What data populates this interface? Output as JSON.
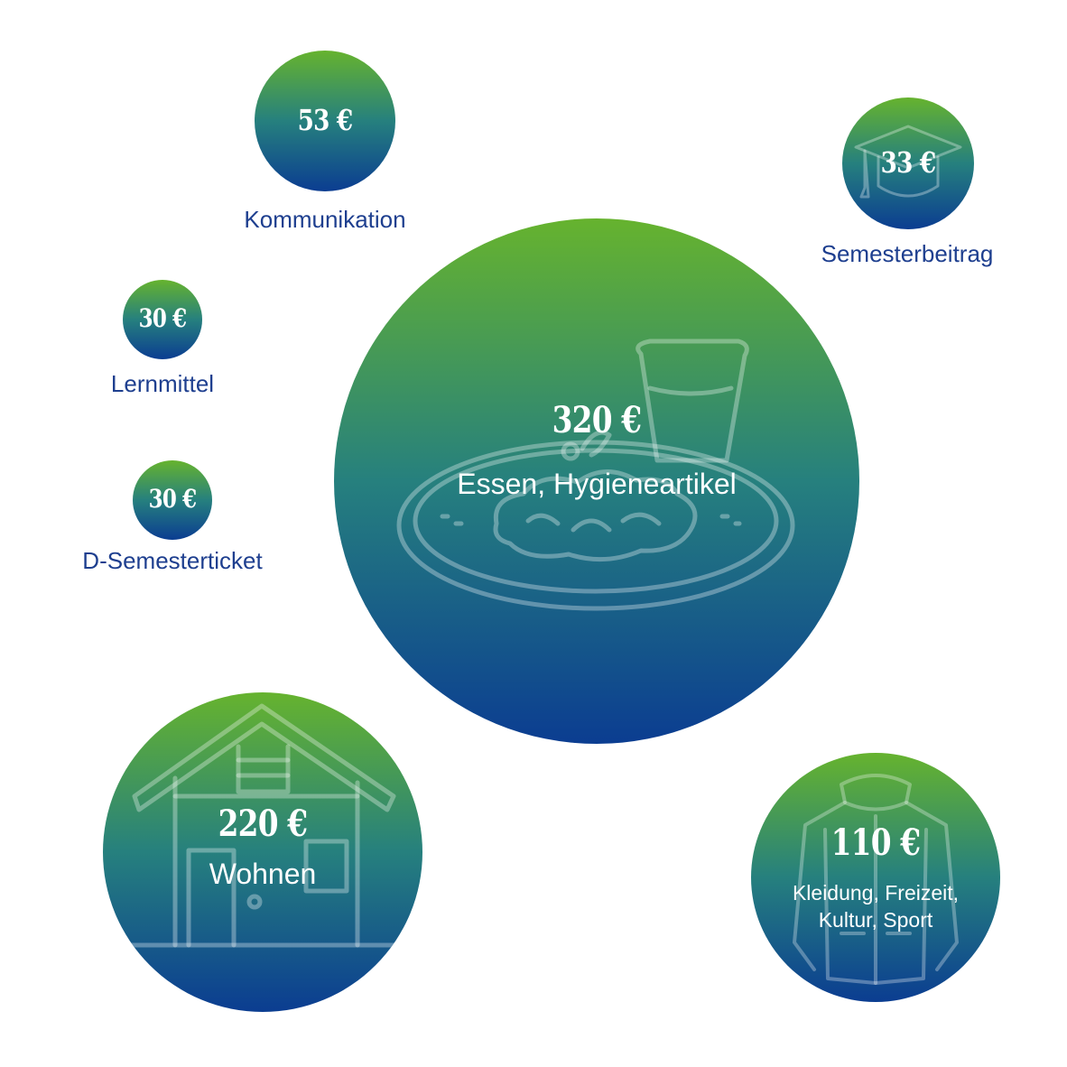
{
  "colors": {
    "top": "#66b32e",
    "middle": "#26807e",
    "bottom": "#0b3d91",
    "label": "#1e3f8f"
  },
  "chart_data": {
    "type": "bubble",
    "unit": "€",
    "items": [
      {
        "name": "Essen, Hygieneartikel",
        "amount_label": "320 €",
        "value": 320,
        "label_position": "inside",
        "icon": "food-plate-icon"
      },
      {
        "name": "Wohnen",
        "amount_label": "220 €",
        "value": 220,
        "label_position": "inside",
        "icon": "house-icon"
      },
      {
        "name": "Kleidung, Freizeit, Kultur, Sport",
        "name_lines": [
          "Kleidung, Freizeit,",
          "Kultur, Sport"
        ],
        "amount_label": "110 €",
        "value": 110,
        "label_position": "inside",
        "icon": "jacket-icon"
      },
      {
        "name": "Kommunikation",
        "amount_label": "53 €",
        "value": 53,
        "label_position": "below",
        "icon": ""
      },
      {
        "name": "Semesterbeitrag",
        "amount_label": "33 €",
        "value": 33,
        "label_position": "below",
        "icon": "graduation-cap-icon"
      },
      {
        "name": "Lernmittel",
        "amount_label": "30 €",
        "value": 30,
        "label_position": "below",
        "icon": ""
      },
      {
        "name": "D-Semesterticket",
        "amount_label": "30 €",
        "value": 30,
        "label_position": "below",
        "icon": ""
      }
    ]
  }
}
